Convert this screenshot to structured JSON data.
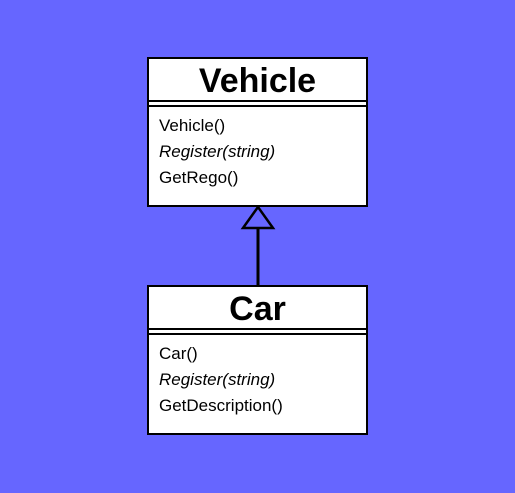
{
  "colors": {
    "background": "#6666ff",
    "box_fill": "#ffffff",
    "stroke": "#000000"
  },
  "classes": [
    {
      "name": "Vehicle",
      "methods": [
        {
          "label": "Vehicle()",
          "abstract": false
        },
        {
          "label": "Register(string)",
          "abstract": true
        },
        {
          "label": "GetRego()",
          "abstract": false
        }
      ]
    },
    {
      "name": "Car",
      "methods": [
        {
          "label": "Car()",
          "abstract": false
        },
        {
          "label": "Register(string)",
          "abstract": true
        },
        {
          "label": "GetDescription()",
          "abstract": false
        }
      ]
    }
  ],
  "relationships": [
    {
      "type": "inheritance",
      "from": "Car",
      "to": "Vehicle"
    }
  ]
}
